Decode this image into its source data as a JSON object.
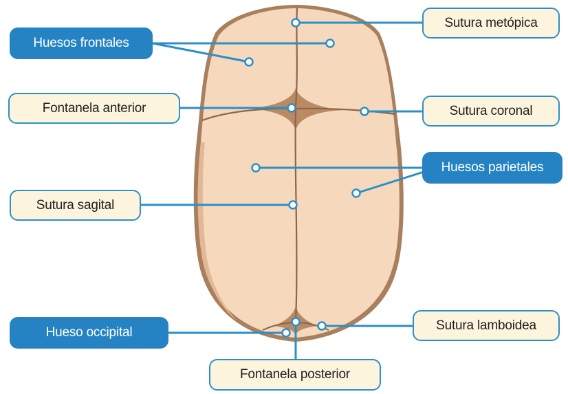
{
  "labels": {
    "huesos_frontales": "Huesos frontales",
    "sutura_metopica": "Sutura metópica",
    "fontanela_anterior": "Fontanela anterior",
    "sutura_coronal": "Sutura coronal",
    "huesos_parietales": "Huesos parietales",
    "sutura_sagital": "Sutura sagital",
    "hueso_occipital": "Hueso occipital",
    "sutura_lamboidea": "Sutura lamboidea",
    "fontanela_posterior": "Fontanela posterior"
  },
  "colors": {
    "bone_fill": "#f6d8bd",
    "bone_shadow": "#e2b896",
    "skull_outline": "#a9805e",
    "suture": "#8d6647",
    "fontanel": "#b98a63",
    "leader_line": "#2b8fc8",
    "label_light_bg": "#fdf4de",
    "label_dark_bg": "#2583c4"
  }
}
